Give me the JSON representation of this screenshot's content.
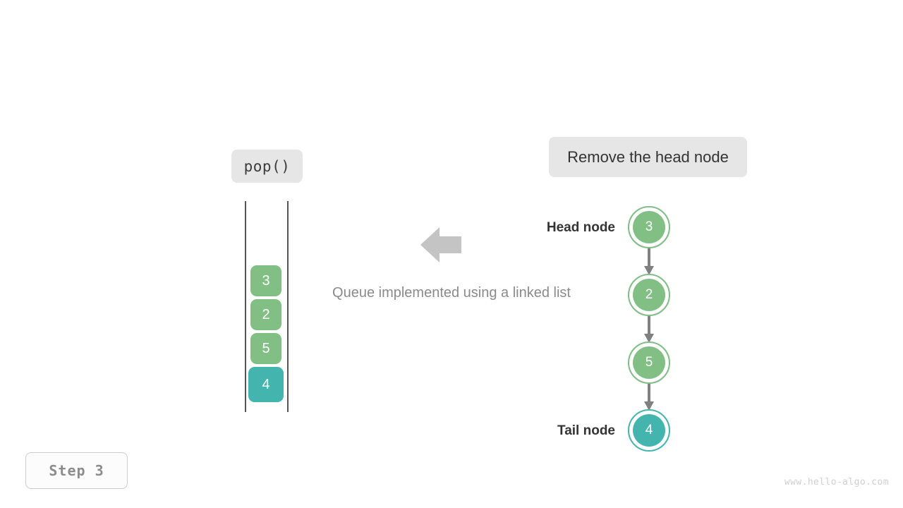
{
  "palette": {
    "green": "#81bf85",
    "green_ring": "#7fbd83",
    "teal": "#43b5ae",
    "teal_ring": "#43b5ae",
    "chip_bg": "#e6e6e6",
    "arrow_gray": "#c4c4c4",
    "link_gray": "#808080",
    "rail_gray": "#555555",
    "caption_gray": "#8a8a8a",
    "label_dark": "#333333",
    "watermark_gray": "#cfcfcf"
  },
  "operation": {
    "chip_label": "pop()"
  },
  "action": {
    "chip_label": "Remove the head node"
  },
  "queue": {
    "caption": "Queue implemented using a linked list",
    "arrow_icon": "arrow-left-icon",
    "cells": [
      {
        "value": "3",
        "color": "green"
      },
      {
        "value": "2",
        "color": "green"
      },
      {
        "value": "5",
        "color": "green"
      },
      {
        "value": "4",
        "color": "teal"
      }
    ]
  },
  "linked_list": {
    "head_label": "Head node",
    "tail_label": "Tail node",
    "nodes": [
      {
        "value": "3",
        "color": "green",
        "role": "head"
      },
      {
        "value": "2",
        "color": "green",
        "role": "middle"
      },
      {
        "value": "5",
        "color": "green",
        "role": "middle"
      },
      {
        "value": "4",
        "color": "teal",
        "role": "tail"
      }
    ]
  },
  "footer": {
    "step_label": "Step 3",
    "watermark": "www.hello-algo.com"
  }
}
